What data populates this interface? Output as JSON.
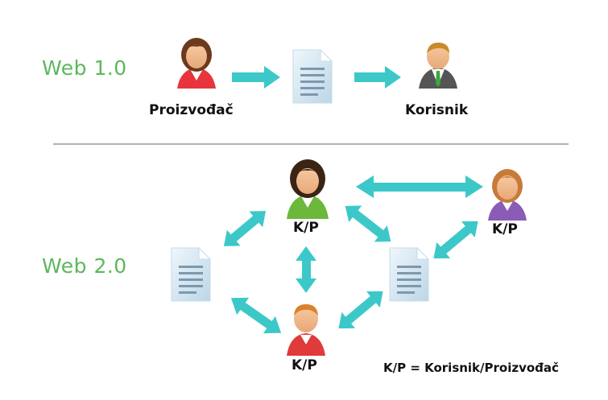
{
  "web1": {
    "label": "Web 1.0",
    "producer_label": "Proizvođač",
    "user_label": "Korisnik"
  },
  "web2": {
    "label": "Web 2.0",
    "node_label": "K/P",
    "legend": "K/P = Korisnik/Proizvođač"
  },
  "colors": {
    "arrow": "#3cc8c8",
    "web_label": "#5cb85c",
    "producer_shirt": "#e8343c",
    "user_suit": "#555555",
    "green_shirt": "#6bb83a",
    "purple_shirt": "#8a5cb8",
    "red_shirt": "#e03a3a",
    "document": "#d6e8f4"
  },
  "icons": [
    "person-producer-icon",
    "person-user-icon",
    "document-icon",
    "double-arrow-icon",
    "arrow-right-icon"
  ]
}
